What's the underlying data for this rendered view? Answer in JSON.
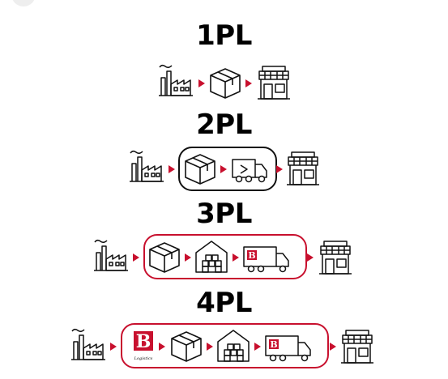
{
  "titles": {
    "l1": "1PL",
    "l2": "2PL",
    "l3": "3PL",
    "l4": "4PL"
  },
  "brand_logo": {
    "letter": "B",
    "subtitle": "Logistics"
  },
  "colors": {
    "accent": "#c8102e",
    "ink": "#111111",
    "background": "#ffffff"
  },
  "icons": [
    "factory-icon",
    "box-icon",
    "truck-icon",
    "warehouse-icon",
    "branded-truck-icon",
    "store-icon",
    "brand-logo-icon",
    "arrow-icon"
  ]
}
